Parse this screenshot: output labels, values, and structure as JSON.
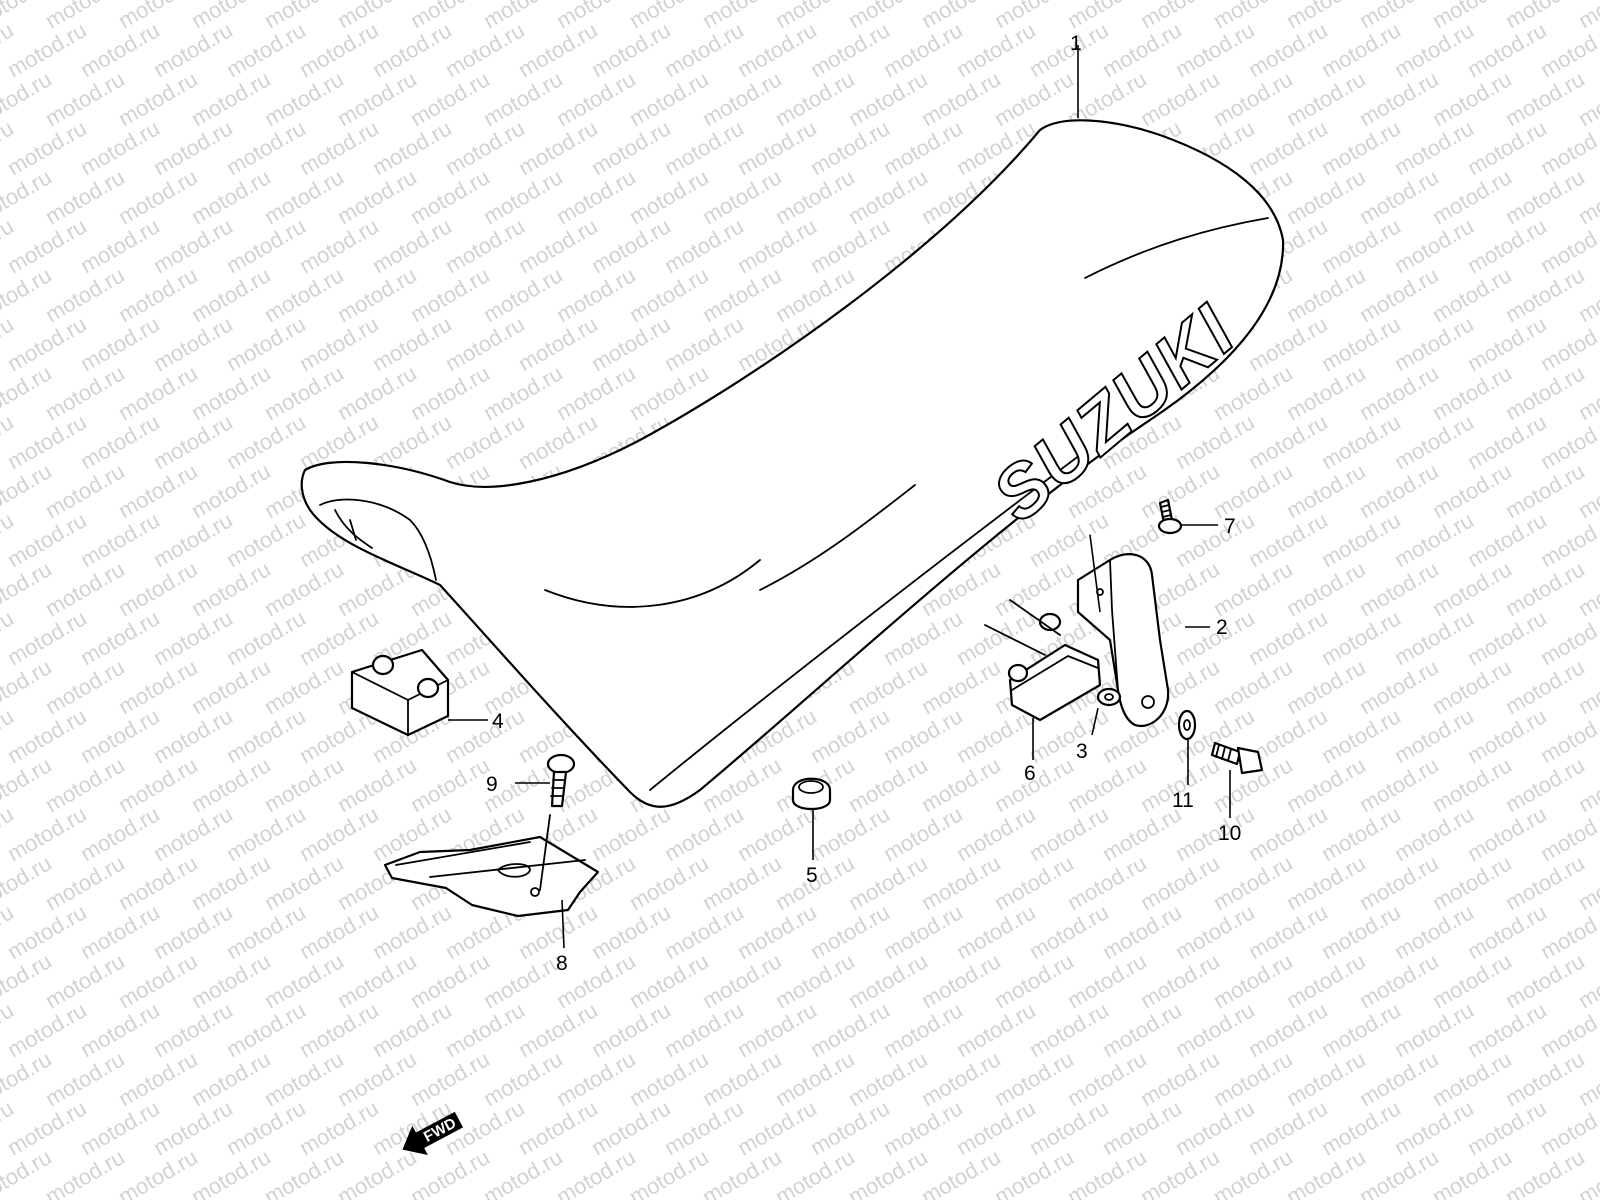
{
  "watermark": {
    "text": "motod.ru",
    "color": "#d2d2d2"
  },
  "brand_logo": "SUZUKI",
  "direction_marker": {
    "label": "FWD"
  },
  "callouts": [
    {
      "id": "c1",
      "label": "1"
    },
    {
      "id": "c2",
      "label": "2"
    },
    {
      "id": "c3",
      "label": "3"
    },
    {
      "id": "c4",
      "label": "4"
    },
    {
      "id": "c5",
      "label": "5"
    },
    {
      "id": "c6",
      "label": "6"
    },
    {
      "id": "c7",
      "label": "7"
    },
    {
      "id": "c8",
      "label": "8"
    },
    {
      "id": "c9",
      "label": "9"
    },
    {
      "id": "c10",
      "label": "10"
    },
    {
      "id": "c11",
      "label": "11"
    }
  ]
}
